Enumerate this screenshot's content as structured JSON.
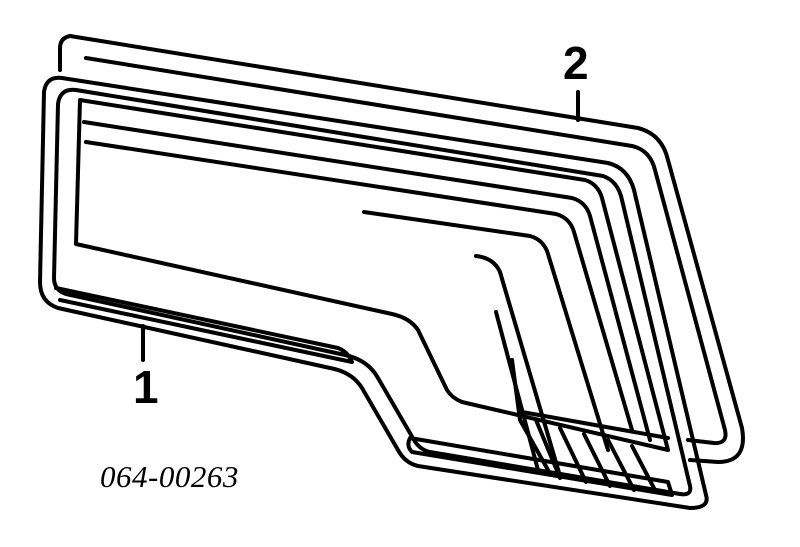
{
  "diagram": {
    "callouts": [
      {
        "id": "1",
        "text": "1"
      },
      {
        "id": "2",
        "text": "2"
      }
    ],
    "part_number": "064-00263",
    "colors": {
      "line": "#000000",
      "background": "#ffffff"
    }
  }
}
